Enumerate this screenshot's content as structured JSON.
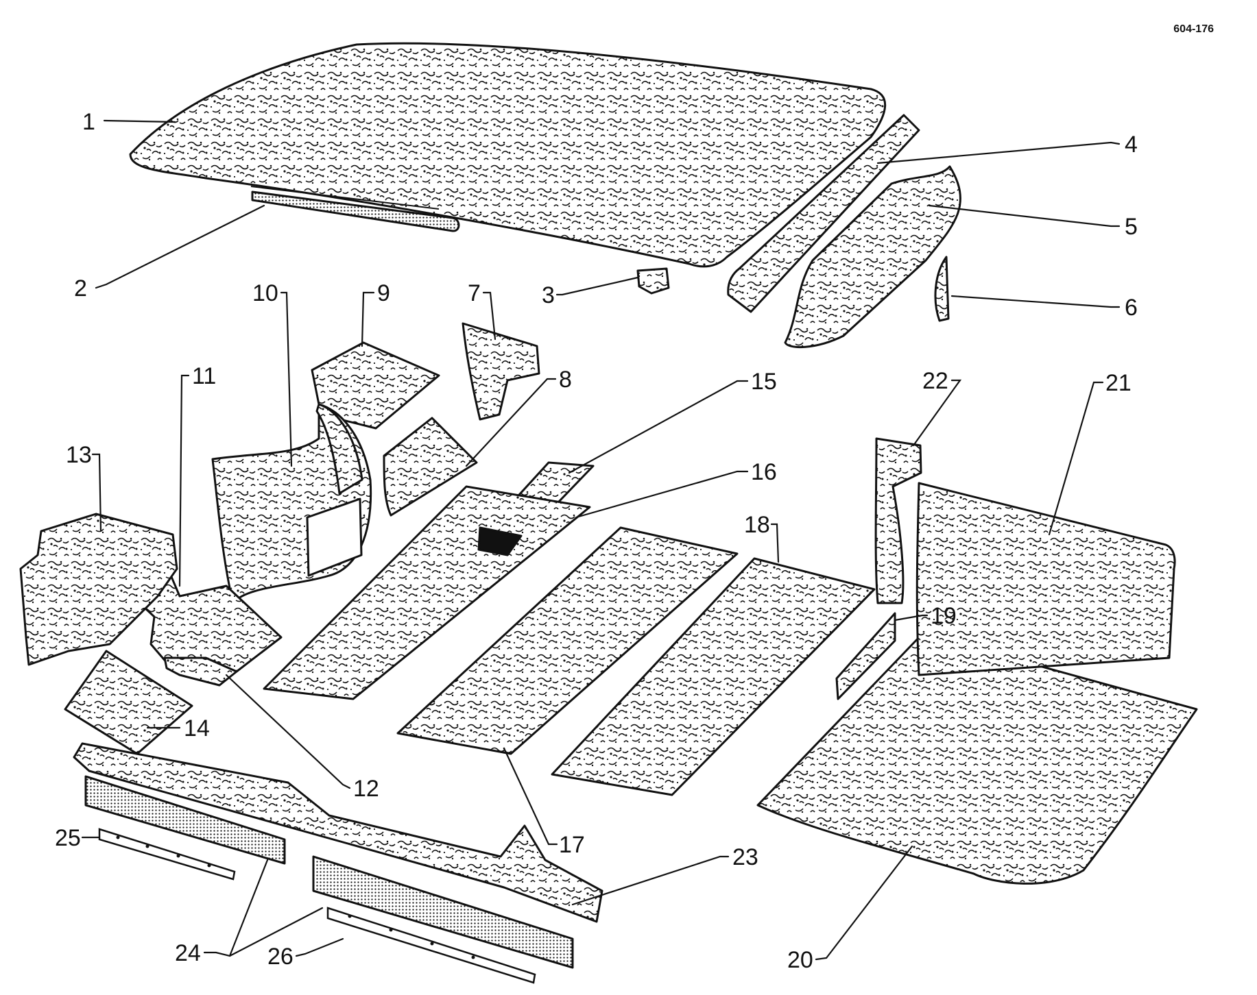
{
  "drawing_id": "604-176",
  "colors": {
    "ink": "#111111",
    "paper": "#ffffff"
  },
  "callouts": [
    {
      "id": "1",
      "label": "1"
    },
    {
      "id": "2",
      "label": "2"
    },
    {
      "id": "3",
      "label": "3"
    },
    {
      "id": "4",
      "label": "4"
    },
    {
      "id": "5",
      "label": "5"
    },
    {
      "id": "6",
      "label": "6"
    },
    {
      "id": "7",
      "label": "7"
    },
    {
      "id": "8",
      "label": "8"
    },
    {
      "id": "9",
      "label": "9"
    },
    {
      "id": "10",
      "label": "10"
    },
    {
      "id": "11",
      "label": "11"
    },
    {
      "id": "12",
      "label": "12"
    },
    {
      "id": "13",
      "label": "13"
    },
    {
      "id": "14",
      "label": "14"
    },
    {
      "id": "15",
      "label": "15"
    },
    {
      "id": "16",
      "label": "16"
    },
    {
      "id": "17",
      "label": "17"
    },
    {
      "id": "18",
      "label": "18"
    },
    {
      "id": "19",
      "label": "19"
    },
    {
      "id": "20",
      "label": "20"
    },
    {
      "id": "21",
      "label": "21"
    },
    {
      "id": "22",
      "label": "22"
    },
    {
      "id": "23",
      "label": "23"
    },
    {
      "id": "24",
      "label": "24"
    },
    {
      "id": "25",
      "label": "25"
    },
    {
      "id": "26",
      "label": "26"
    }
  ]
}
